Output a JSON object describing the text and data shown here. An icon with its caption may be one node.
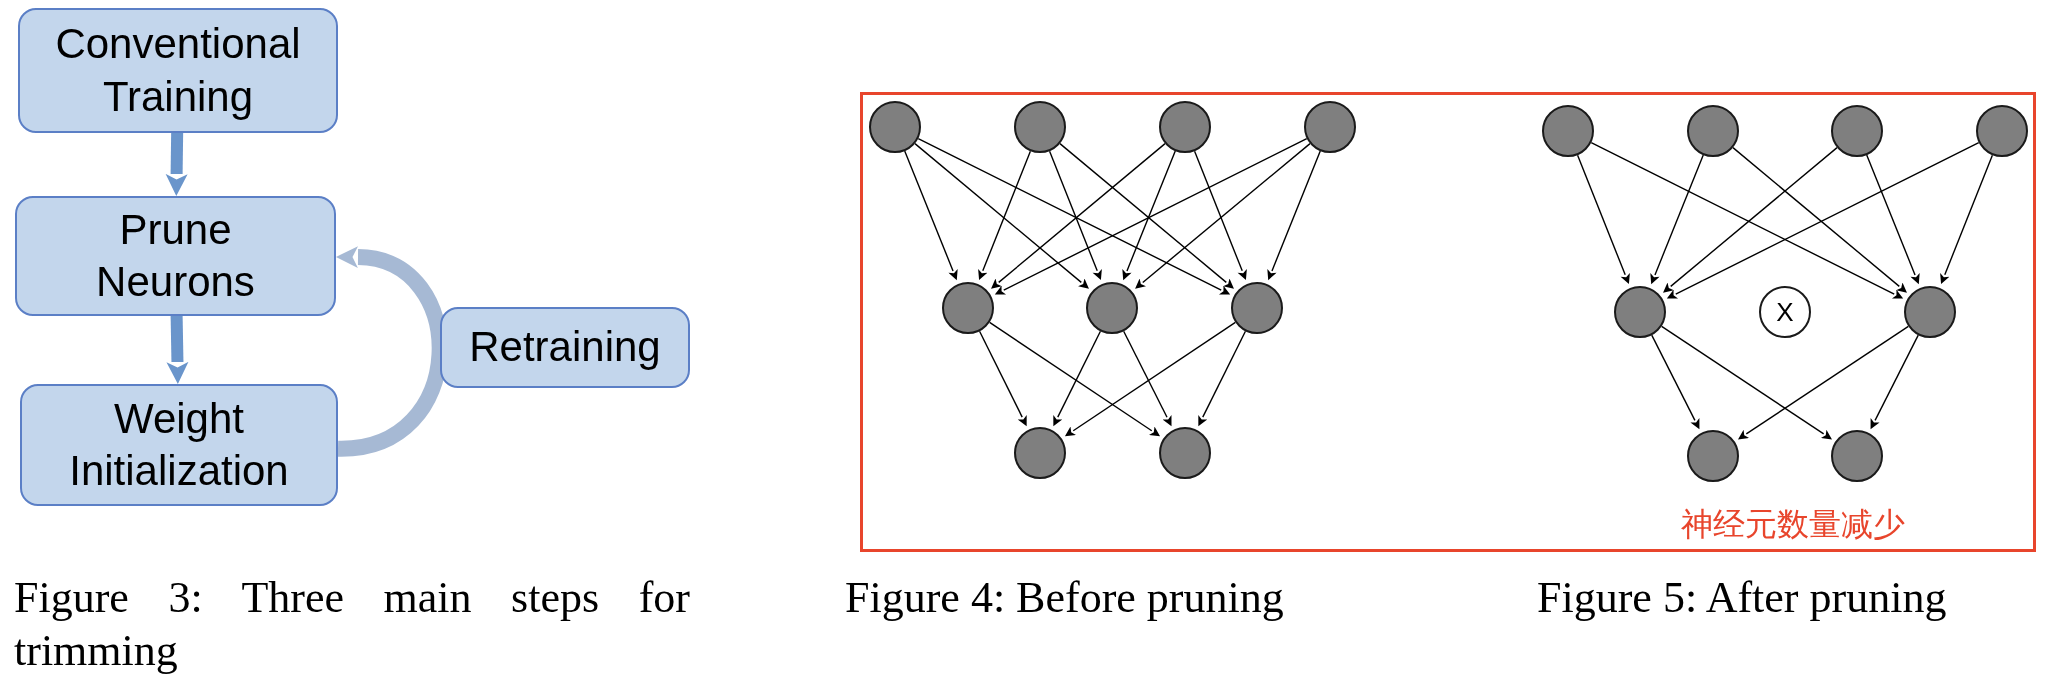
{
  "diagram": {
    "nodes": [
      {
        "text": [
          "Conventional Training"
        ]
      },
      {
        "text": [
          "Prune Neurons"
        ]
      },
      {
        "text": [
          "Weight Initialization"
        ]
      },
      {
        "text": [
          "Retraining"
        ]
      },
      {
        "text": [
          "神经元数量减少"
        ]
      },
      {
        "text": [],
        "shape": "circle",
        "in": 4
      },
      {
        "text": [],
        "shape": "circle",
        "in": 4
      },
      {
        "text": [],
        "shape": "circle",
        "in": 4
      },
      {
        "text": [],
        "shape": "circle",
        "in": 4
      },
      {
        "text": [],
        "shape": "circle",
        "in": 4
      },
      {
        "text": [],
        "shape": "circle",
        "in": 4
      },
      {
        "text": [],
        "shape": "circle",
        "in": 4
      },
      {
        "text": [],
        "shape": "circle",
        "in": 4
      },
      {
        "text": [],
        "shape": "circle",
        "in": 4
      },
      {
        "text": [],
        "shape": "circle",
        "in": 4
      },
      {
        "text": [],
        "shape": "circle",
        "in": 4
      },
      {
        "text": [],
        "shape": "circle",
        "in": 4
      },
      {
        "text": [],
        "shape": "circle",
        "in": 4
      },
      {
        "text": [],
        "shape": "circle",
        "in": 4
      },
      {
        "text": [
          "X"
        ],
        "in": 4
      },
      {
        "text": [],
        "shape": "circle",
        "in": 4
      },
      {
        "text": [],
        "shape": "circle",
        "in": 4
      },
      {
        "text": [],
        "shape": "circle",
        "in": 4
      }
    ],
    "edges": [
      {
        "from": 0,
        "to": 1,
        "arrow": "to",
        "style": "thick",
        "color": "#6a95cb"
      },
      {
        "from": 1,
        "to": 2,
        "arrow": "to",
        "style": "thick",
        "color": "#6a95cb"
      },
      {
        "from": 2,
        "to": 1,
        "arrow": "to",
        "style": "thick",
        "color": "#a6b9d4"
      },
      {
        "from": 5,
        "to": 9,
        "arrow": "to"
      },
      {
        "from": 5,
        "to": 10,
        "arrow": "to"
      },
      {
        "from": 5,
        "to": 11,
        "arrow": "to"
      },
      {
        "from": 6,
        "to": 9,
        "arrow": "to"
      },
      {
        "from": 6,
        "to": 10,
        "arrow": "to"
      },
      {
        "from": 6,
        "to": 11,
        "arrow": "to"
      },
      {
        "from": 7,
        "to": 9,
        "arrow": "to"
      },
      {
        "from": 7,
        "to": 10,
        "arrow": "to"
      },
      {
        "from": 7,
        "to": 11,
        "arrow": "to"
      },
      {
        "from": 8,
        "to": 9,
        "arrow": "to"
      },
      {
        "from": 8,
        "to": 10,
        "arrow": "to"
      },
      {
        "from": 8,
        "to": 11,
        "arrow": "to"
      },
      {
        "from": 9,
        "to": 12,
        "arrow": "to"
      },
      {
        "from": 9,
        "to": 13,
        "arrow": "to"
      },
      {
        "from": 10,
        "to": 12,
        "arrow": "to"
      },
      {
        "from": 10,
        "to": 13,
        "arrow": "to"
      },
      {
        "from": 11,
        "to": 12,
        "arrow": "to"
      },
      {
        "from": 11,
        "to": 13,
        "arrow": "to"
      },
      {
        "from": 14,
        "to": 18,
        "arrow": "to"
      },
      {
        "from": 14,
        "to": 20,
        "arrow": "to"
      },
      {
        "from": 15,
        "to": 18,
        "arrow": "to"
      },
      {
        "from": 15,
        "to": 20,
        "arrow": "to"
      },
      {
        "from": 16,
        "to": 18,
        "arrow": "to"
      },
      {
        "from": 16,
        "to": 20,
        "arrow": "to"
      },
      {
        "from": 17,
        "to": 18,
        "arrow": "to"
      },
      {
        "from": 17,
        "to": 20,
        "arrow": "to"
      },
      {
        "from": 18,
        "to": 21,
        "arrow": "to"
      },
      {
        "from": 18,
        "to": 22,
        "arrow": "to"
      },
      {
        "from": 20,
        "to": 21,
        "arrow": "to"
      },
      {
        "from": 20,
        "to": 22,
        "arrow": "to"
      }
    ],
    "labels": [
      "Figure 3: Three main steps for trimming",
      "Figure 4: Before pruning",
      "Figure 5: After pruning"
    ]
  }
}
